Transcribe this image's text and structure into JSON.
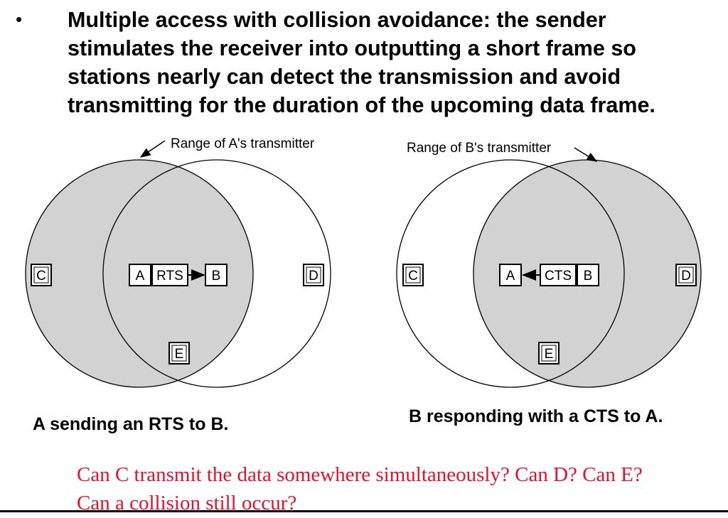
{
  "slide": {
    "bullet": "•",
    "heading_lines": [
      "Multiple access with collision avoidance: the sender",
      "stimulates the receiver into outputting a short frame so",
      "stations nearly can detect the transmission and avoid",
      "transmitting for the duration of the upcoming data frame."
    ]
  },
  "diagram_left": {
    "range_label": "Range of A's transmitter",
    "nodes": {
      "c": "C",
      "a": "A",
      "msg": "RTS",
      "b": "B",
      "d": "D",
      "e": "E"
    },
    "caption": "A sending an RTS to B."
  },
  "diagram_right": {
    "range_label": "Range of B's transmitter",
    "nodes": {
      "c": "C",
      "a": "A",
      "msg": "CTS",
      "b": "B",
      "d": "D",
      "e": "E"
    },
    "caption": "B responding with a CTS to A."
  },
  "question": {
    "line1": "Can C transmit the data somewhere simultaneously? Can D? Can E?",
    "line2": "Can a collision still occur?"
  },
  "colors": {
    "shaded": "#d2d2d2",
    "question_text": "#e8112d"
  }
}
